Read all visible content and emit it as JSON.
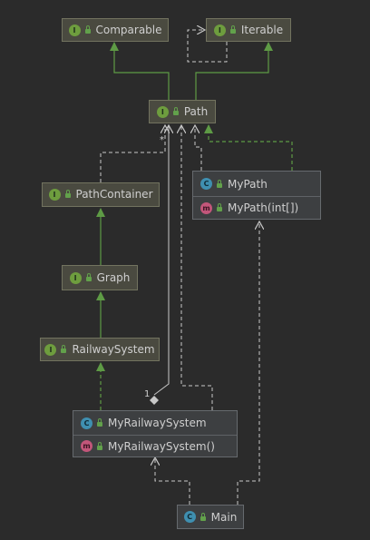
{
  "nodes": {
    "comparable": {
      "kind": "I",
      "label": "Comparable"
    },
    "iterable": {
      "kind": "I",
      "label": "Iterable"
    },
    "path": {
      "kind": "I",
      "label": "Path"
    },
    "pathcontainer": {
      "kind": "I",
      "label": "PathContainer"
    },
    "graph": {
      "kind": "I",
      "label": "Graph"
    },
    "railwaysystem": {
      "kind": "I",
      "label": "RailwaySystem"
    },
    "mypath": {
      "kind": "C",
      "label": "MyPath",
      "method_kind": "m",
      "method": "MyPath(int[])"
    },
    "myrailwaysystem": {
      "kind": "C",
      "label": "MyRailwaySystem",
      "method_kind": "m",
      "method": "MyRailwaySystem()"
    },
    "main": {
      "kind": "C",
      "label": "Main"
    }
  },
  "multiplicities": {
    "star": "*",
    "one": "1"
  },
  "colors": {
    "background": "#2b2b2b",
    "extends_edge": "#5e9b45",
    "dependency_edge": "#c8c8c8",
    "interface_badge": "#6e9d3e",
    "class_badge": "#3f8fb0",
    "method_badge": "#c2567a"
  }
}
